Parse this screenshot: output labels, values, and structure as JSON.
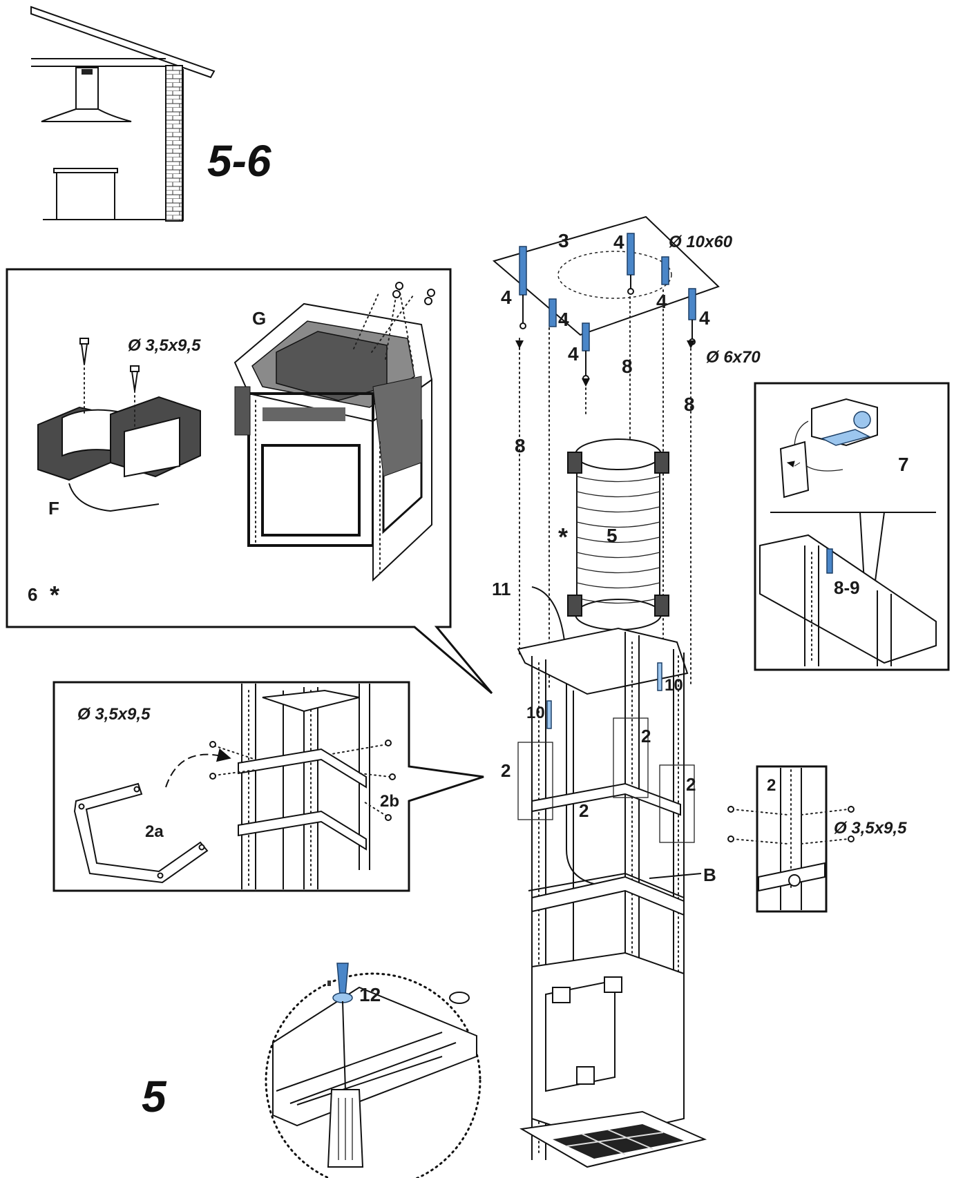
{
  "figure": {
    "title_5_6": "5-6",
    "title_5": "5",
    "step_6_label": "6",
    "asterisk": "*"
  },
  "labels": {
    "l3": "3",
    "l4": "4",
    "l5": "5",
    "l7": "7",
    "l8": "8",
    "l8_9": "8-9",
    "l10": "10",
    "l11": "11",
    "l12": "12",
    "l2": "2",
    "l2a": "2a",
    "l2b": "2b",
    "lB": "B",
    "lF": "F",
    "lG": "G"
  },
  "dimensions": {
    "anchor_large": "Ø 10x60",
    "anchor_small": "Ø 6x70",
    "screw": "Ø 3,5x9,5"
  }
}
